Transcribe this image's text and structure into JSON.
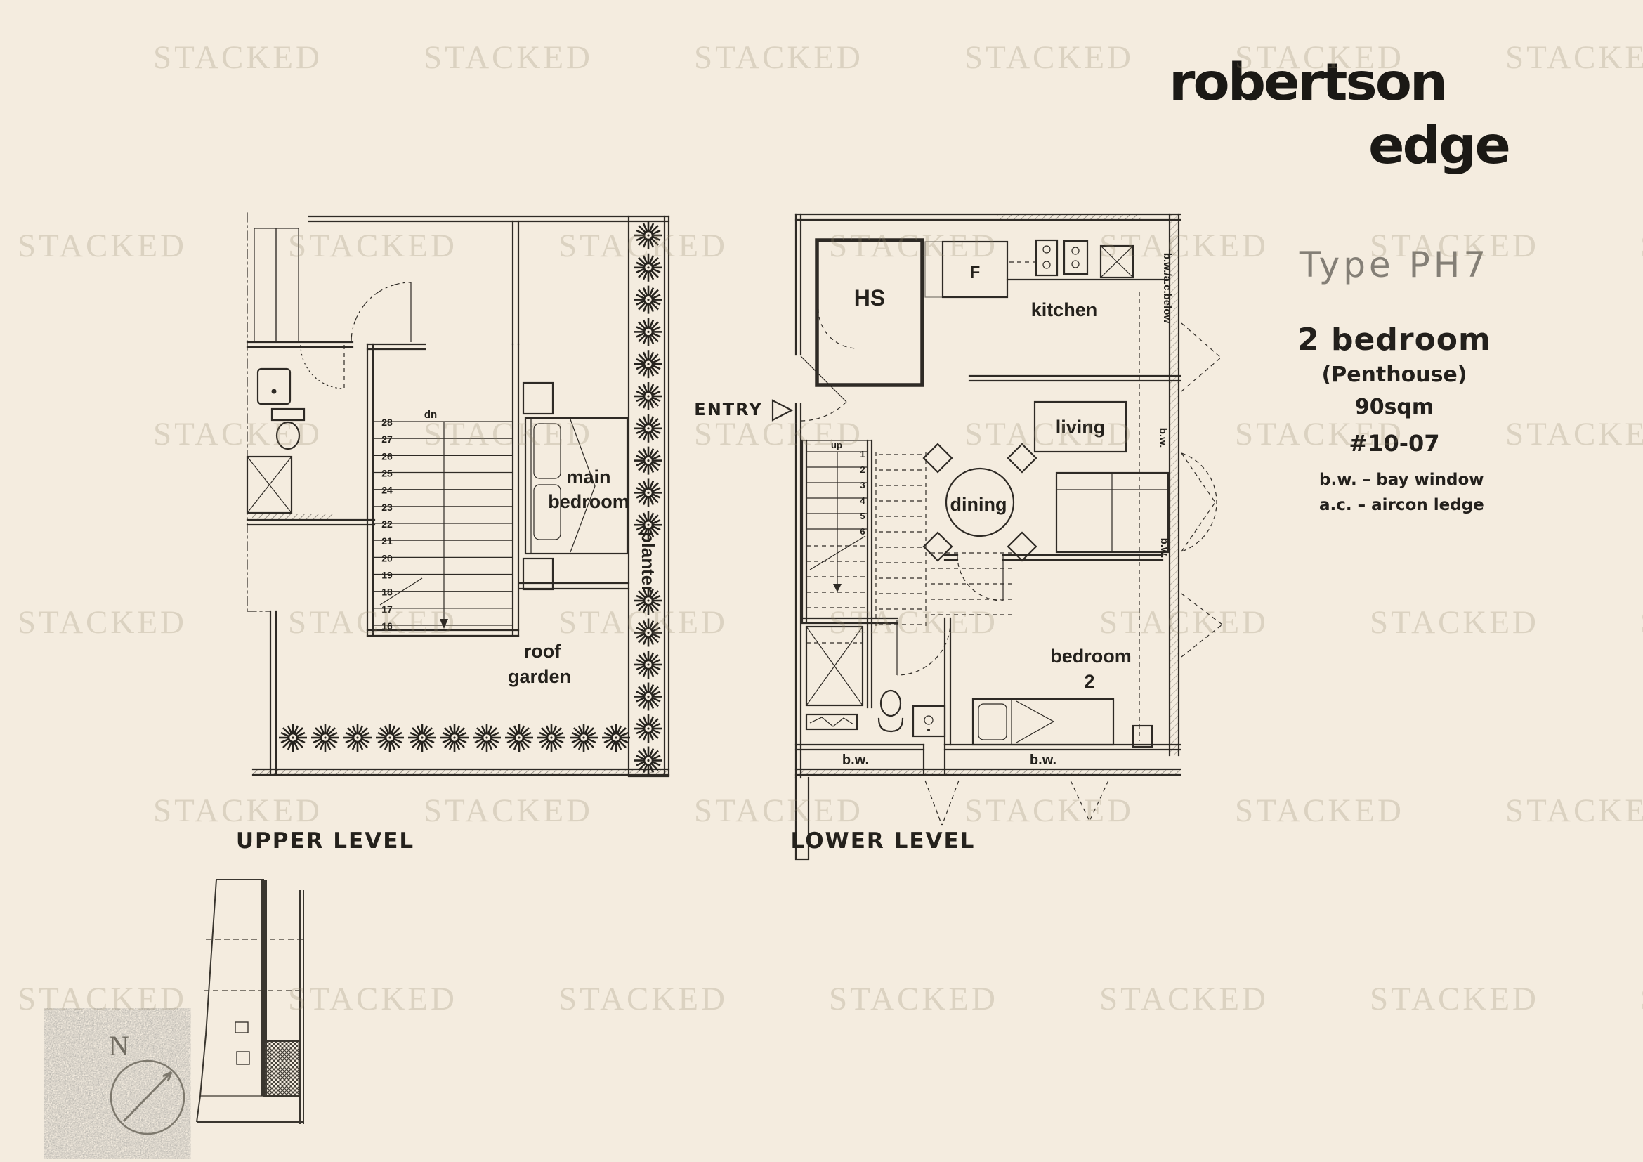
{
  "watermark": {
    "text": "STACKED"
  },
  "logo": {
    "line1": "robertson",
    "line2": "edge"
  },
  "info": {
    "type": "Type PH7",
    "bedrooms": "2 bedroom",
    "penthouse": "(Penthouse)",
    "area": "90sqm",
    "unit": "#10-07",
    "legend1": "b.w. – bay window",
    "legend2": "a.c. – aircon ledge"
  },
  "upper": {
    "title": "UPPER LEVEL",
    "main_bedroom_line1": "main",
    "main_bedroom_line2": "bedroom",
    "roof_line1": "roof",
    "roof_line2": "garden",
    "planter": "planter",
    "dn": "dn",
    "steps": [
      "28",
      "27",
      "26",
      "25",
      "24",
      "23",
      "22",
      "21",
      "20",
      "19",
      "18",
      "17",
      "16"
    ]
  },
  "lower": {
    "title": "LOWER LEVEL",
    "entry": "ENTRY",
    "hs": "HS",
    "fridge": "F",
    "kitchen": "kitchen",
    "living": "living",
    "dining": "dining",
    "bedroom2_line1": "bedroom",
    "bedroom2_line2": "2",
    "up": "up",
    "bw": "b.w.",
    "bw_ac_below": "b.w./a.c.below",
    "steps": [
      "1",
      "2",
      "3",
      "4",
      "5",
      "6"
    ]
  },
  "site": {
    "north": "N"
  }
}
